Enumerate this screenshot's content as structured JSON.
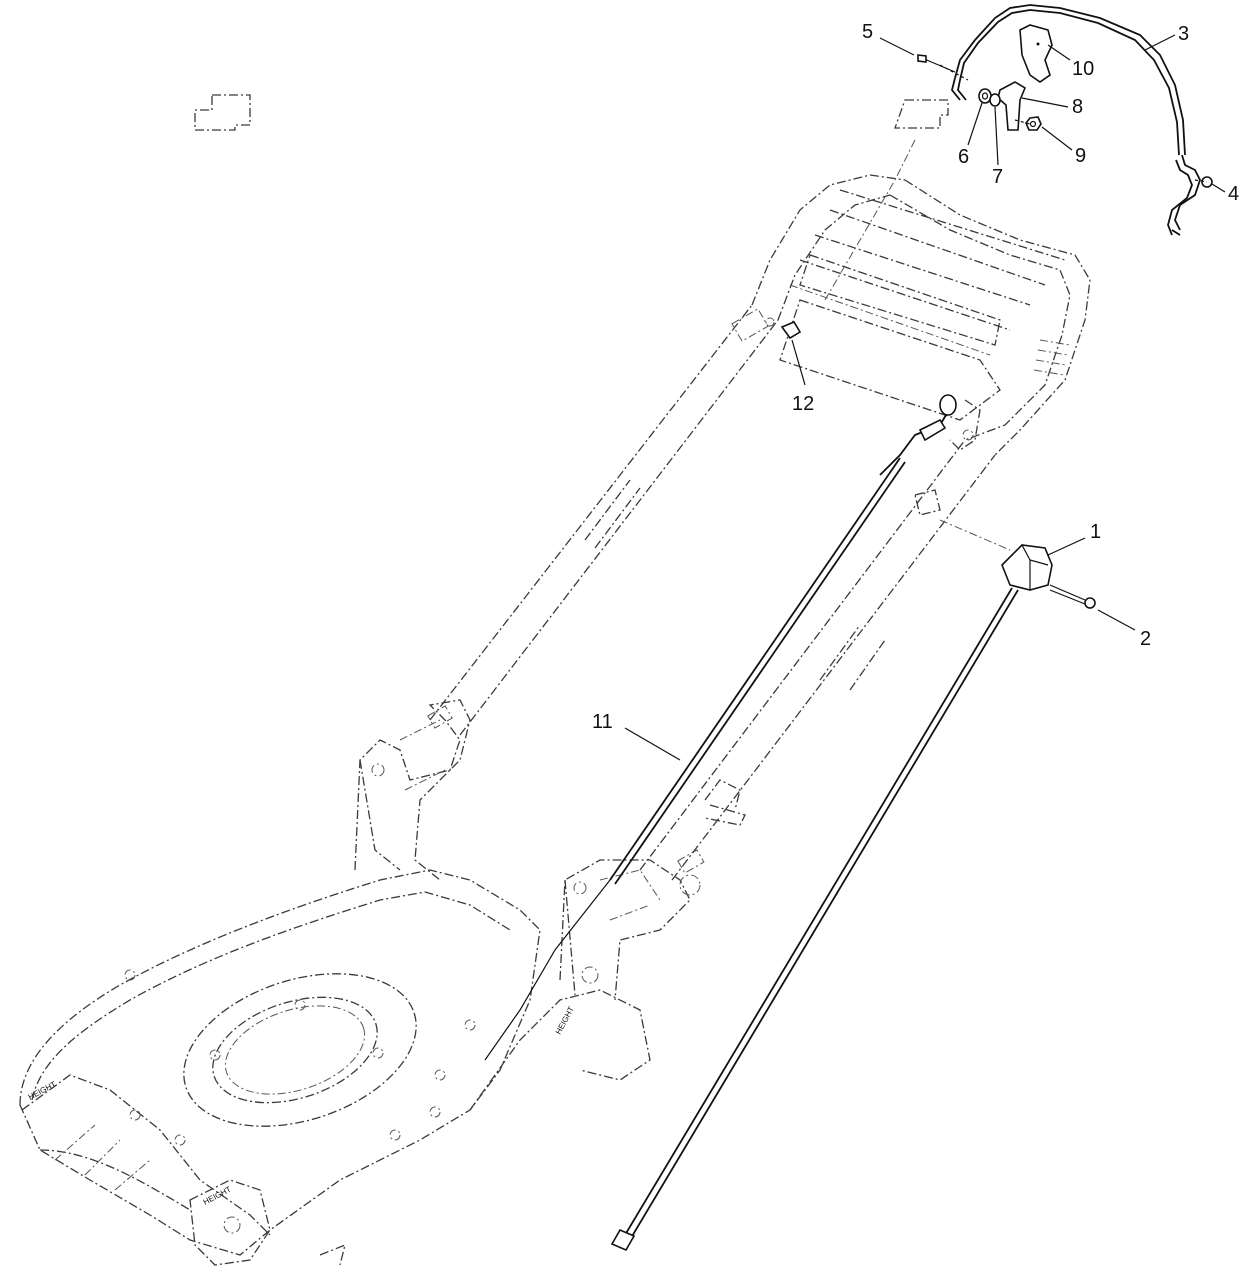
{
  "diagram": {
    "callouts": [
      {
        "id": "1",
        "label": "1"
      },
      {
        "id": "2",
        "label": "2"
      },
      {
        "id": "3",
        "label": "3"
      },
      {
        "id": "4",
        "label": "4"
      },
      {
        "id": "5",
        "label": "5"
      },
      {
        "id": "6",
        "label": "6"
      },
      {
        "id": "7",
        "label": "7"
      },
      {
        "id": "8",
        "label": "8"
      },
      {
        "id": "9",
        "label": "9"
      },
      {
        "id": "10",
        "label": "10"
      },
      {
        "id": "11",
        "label": "11"
      },
      {
        "id": "12",
        "label": "12"
      }
    ],
    "deck_markings": {
      "front_left": "HEIGHT",
      "rear_right": "HEIGHT",
      "side": "HEIGHT"
    }
  }
}
